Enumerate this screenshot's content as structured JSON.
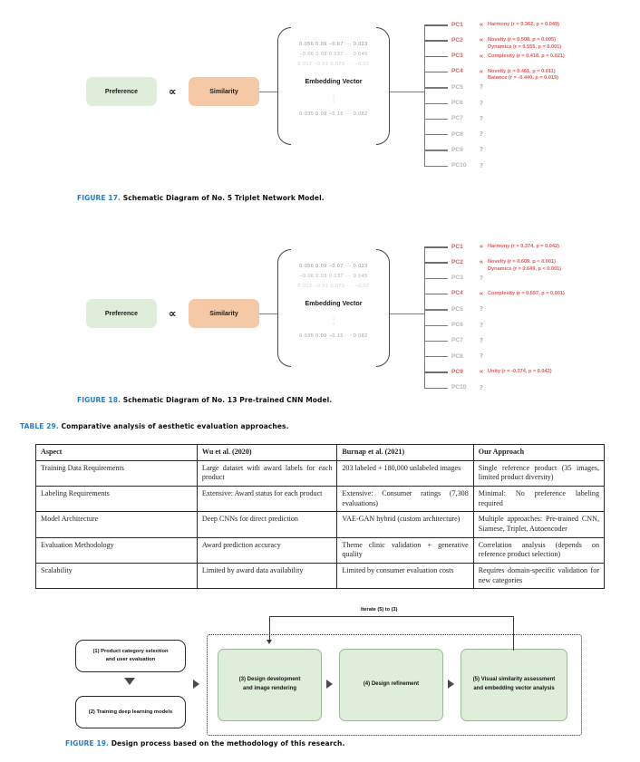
{
  "figure17": {
    "caption_label": "FIGURE 17.",
    "caption_text": "Schematic Diagram of No. 5 Triplet Network Model.",
    "preference": "Preference",
    "similarity": "Similarity",
    "propto": "∝",
    "embedding": {
      "title": "Embedding Vector",
      "rows": [
        "0.056  0.09  −0.07  ···  0.023",
        "−0.06  0.03  0.137  ···  0.045",
        "0.012  −0.01  0.079  ···  −0.02"
      ],
      "last_row": "0.035  0.09  −0.15  ···  0.082",
      "vdots": "⋮"
    },
    "components": [
      {
        "pc": "PC1",
        "active": true,
        "sym": "∝",
        "text": "Harmony (r = 0.362, p = 0.049)",
        "sub": ""
      },
      {
        "pc": "PC2",
        "active": true,
        "sym": "∝",
        "text": "Novelty (r = 0.508, p = 0.005)",
        "sub": "Dynamics (r = 0.555, p = 0.001)"
      },
      {
        "pc": "PC3",
        "active": true,
        "sym": "∝",
        "text": "Complexity (r = 0.418, p = 0.021)",
        "sub": ""
      },
      {
        "pc": "PC4",
        "active": true,
        "sym": "∝",
        "text": "Novelty (r = 0.461, p = 0.011)",
        "sub": "Balance (r = -0.440, p = 0.015)"
      },
      {
        "pc": "PC5",
        "active": false,
        "sym": "?",
        "text": "",
        "sub": ""
      },
      {
        "pc": "PC6",
        "active": false,
        "sym": "?",
        "text": "",
        "sub": ""
      },
      {
        "pc": "PC7",
        "active": false,
        "sym": "?",
        "text": "",
        "sub": ""
      },
      {
        "pc": "PC8",
        "active": false,
        "sym": "?",
        "text": "",
        "sub": ""
      },
      {
        "pc": "PC9",
        "active": false,
        "sym": "?",
        "text": "",
        "sub": ""
      },
      {
        "pc": "PC10",
        "active": false,
        "sym": "?",
        "text": "",
        "sub": ""
      }
    ]
  },
  "figure18": {
    "caption_label": "FIGURE 18.",
    "caption_text": "Schematic Diagram of No. 13 Pre-trained CNN Model.",
    "preference": "Preference",
    "similarity": "Similarity",
    "propto": "∝",
    "embedding": {
      "title": "Embedding Vector",
      "rows": [
        "0.056  0.09  −0.07  ···  0.023",
        "−0.06  0.03  0.137  ···  0.045",
        "0.012  −0.01  0.079  ···  −0.02"
      ],
      "last_row": "0.035  0.09  −0.15  ···  0.082",
      "vdots": "⋮"
    },
    "components": [
      {
        "pc": "PC1",
        "active": true,
        "sym": "∝",
        "text": "Harmony (r = 0.374, p = 0.042)",
        "sub": ""
      },
      {
        "pc": "PC2",
        "active": true,
        "sym": "∝",
        "text": "Novelty (r = 0.609, p < 0.001)",
        "sub": "Dynamics (r = 0.649, p < 0.001)"
      },
      {
        "pc": "PC3",
        "active": false,
        "sym": "?",
        "text": "",
        "sub": ""
      },
      {
        "pc": "PC4",
        "active": true,
        "sym": "∝",
        "text": "Complexity (r = 0.557, p = 0.001)",
        "sub": ""
      },
      {
        "pc": "PC5",
        "active": false,
        "sym": "?",
        "text": "",
        "sub": ""
      },
      {
        "pc": "PC6",
        "active": false,
        "sym": "?",
        "text": "",
        "sub": ""
      },
      {
        "pc": "PC7",
        "active": false,
        "sym": "?",
        "text": "",
        "sub": ""
      },
      {
        "pc": "PC8",
        "active": false,
        "sym": "?",
        "text": "",
        "sub": ""
      },
      {
        "pc": "PC9",
        "active": true,
        "sym": "∝",
        "text": "Unity (r = -0.374, p = 0.042)",
        "sub": ""
      },
      {
        "pc": "PC10",
        "active": false,
        "sym": "?",
        "text": "",
        "sub": ""
      }
    ]
  },
  "table29": {
    "caption_label": "TABLE 29.",
    "caption_text": "Comparative analysis of aesthetic evaluation approaches.",
    "headers": [
      "Aspect",
      "Wu et al. (2020)",
      "Burnap et al. (2021)",
      "Our Approach"
    ],
    "rows": [
      [
        "Training Data Requirements",
        "Large dataset with award labels for each product",
        "203 labeled + 180,000 unlabeled images",
        "Single reference product (35 images, limited product diversity)"
      ],
      [
        "Labeling Requirements",
        "Extensive: Award status for each product",
        "Extensive: Consumer ratings (7,308 evaluations)",
        "Minimal: No preference labeling required"
      ],
      [
        "Model Architecture",
        "Deep CNNs for direct prediction",
        "VAE-GAN hybrid (custom architecture)",
        "Multiple approaches: Pre-trained CNN, Siamese, Triplet, Autoencoder"
      ],
      [
        "Evaluation Methodology",
        "Award prediction accuracy",
        "Theme clinic validation + generative quality",
        "Correlation analysis (depends on reference product selection)"
      ],
      [
        "Scalability",
        "Limited by award data availability",
        "Limited by consumer evaluation costs",
        "Requires domain-specific validation for new categories"
      ]
    ]
  },
  "figure19": {
    "caption_label": "FIGURE 19.",
    "caption_text": "Design process based on the methodology of this research.",
    "iterate_label": "Iterate (5) to (3)",
    "steps": [
      {
        "id": "step1",
        "text": "(1) Product category selection\nand user evaluation"
      },
      {
        "id": "step2",
        "text": "(2) Training deep learning models"
      },
      {
        "id": "step3",
        "text": "(3) Design development\nand image rendering"
      },
      {
        "id": "step4",
        "text": "(4) Design refinement"
      },
      {
        "id": "step5",
        "text": "(5) Visual similarity assessment\nand embedding vector analysis"
      }
    ]
  },
  "colors": {
    "accent_red": "#e05a5a",
    "caption_blue": "#2b7cc4",
    "preference_green": "#dfeeda",
    "similarity_orange": "#f5c9a6",
    "muted_gray": "#b4b4b4"
  }
}
